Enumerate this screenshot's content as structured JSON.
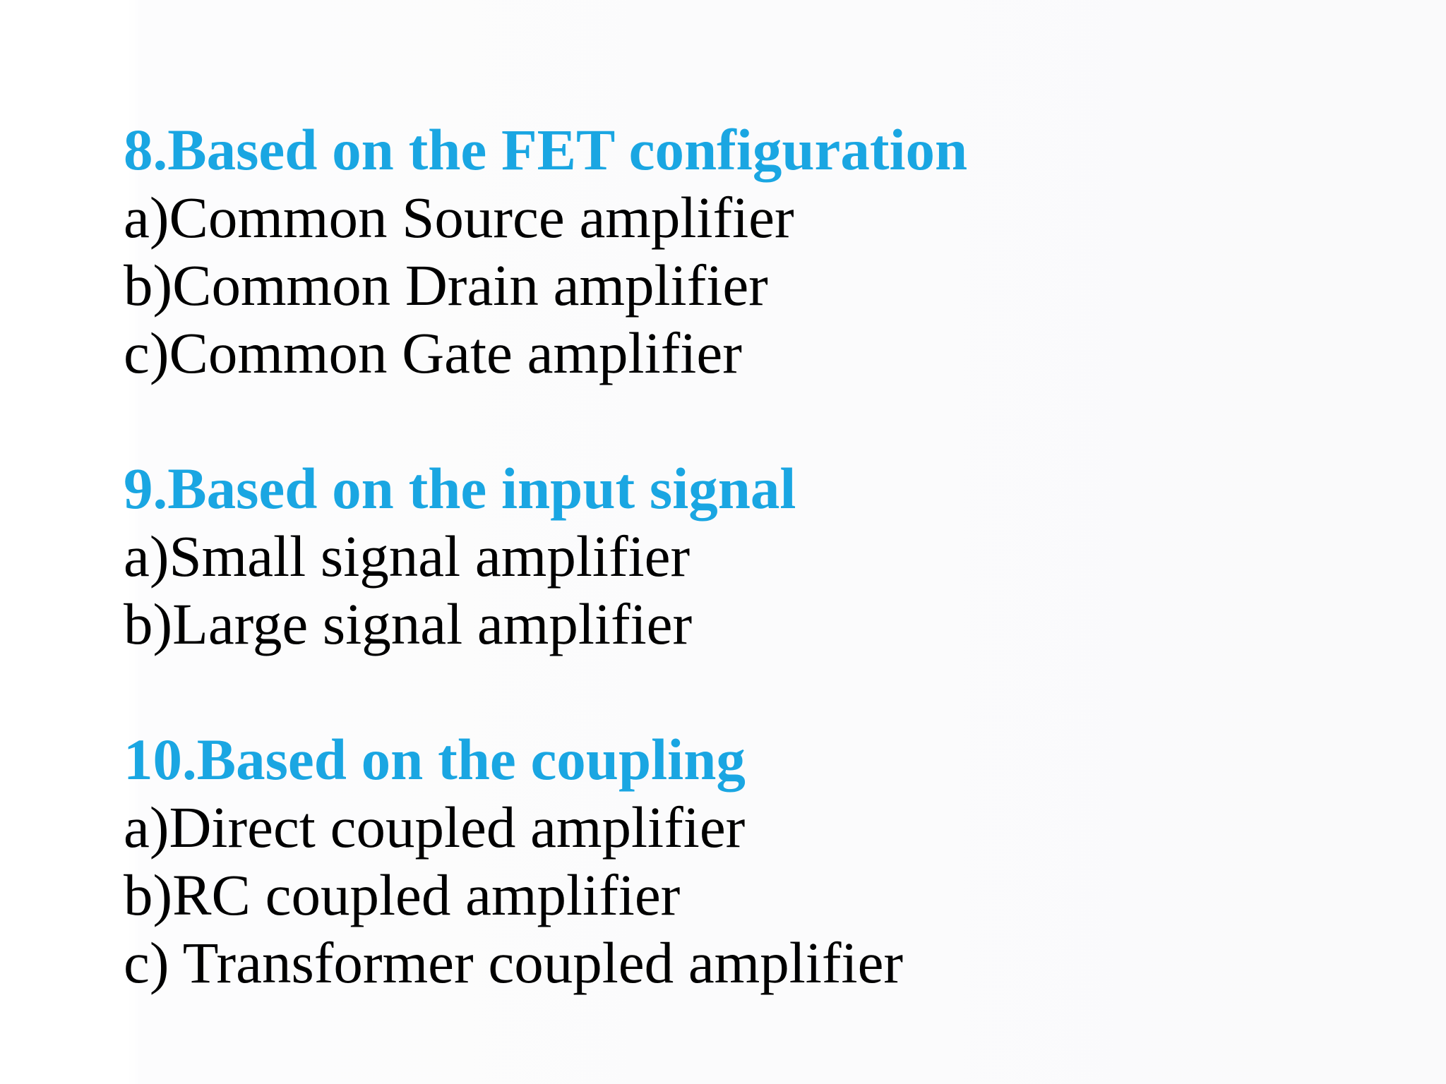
{
  "sections": [
    {
      "heading": "8.Based on the FET configuration",
      "items": [
        "a)Common Source amplifier",
        "b)Common Drain amplifier",
        "c)Common Gate amplifier"
      ]
    },
    {
      "heading": "9.Based on the input signal",
      "items": [
        "a)Small signal amplifier",
        "b)Large signal amplifier"
      ]
    },
    {
      "heading": "10.Based on the coupling",
      "items": [
        "a)Direct coupled amplifier",
        "b)RC coupled amplifier",
        "c) Transformer coupled amplifier"
      ]
    }
  ],
  "colors": {
    "heading": "#1aa6e2",
    "body_text": "#000000",
    "background": "#ffffff"
  }
}
